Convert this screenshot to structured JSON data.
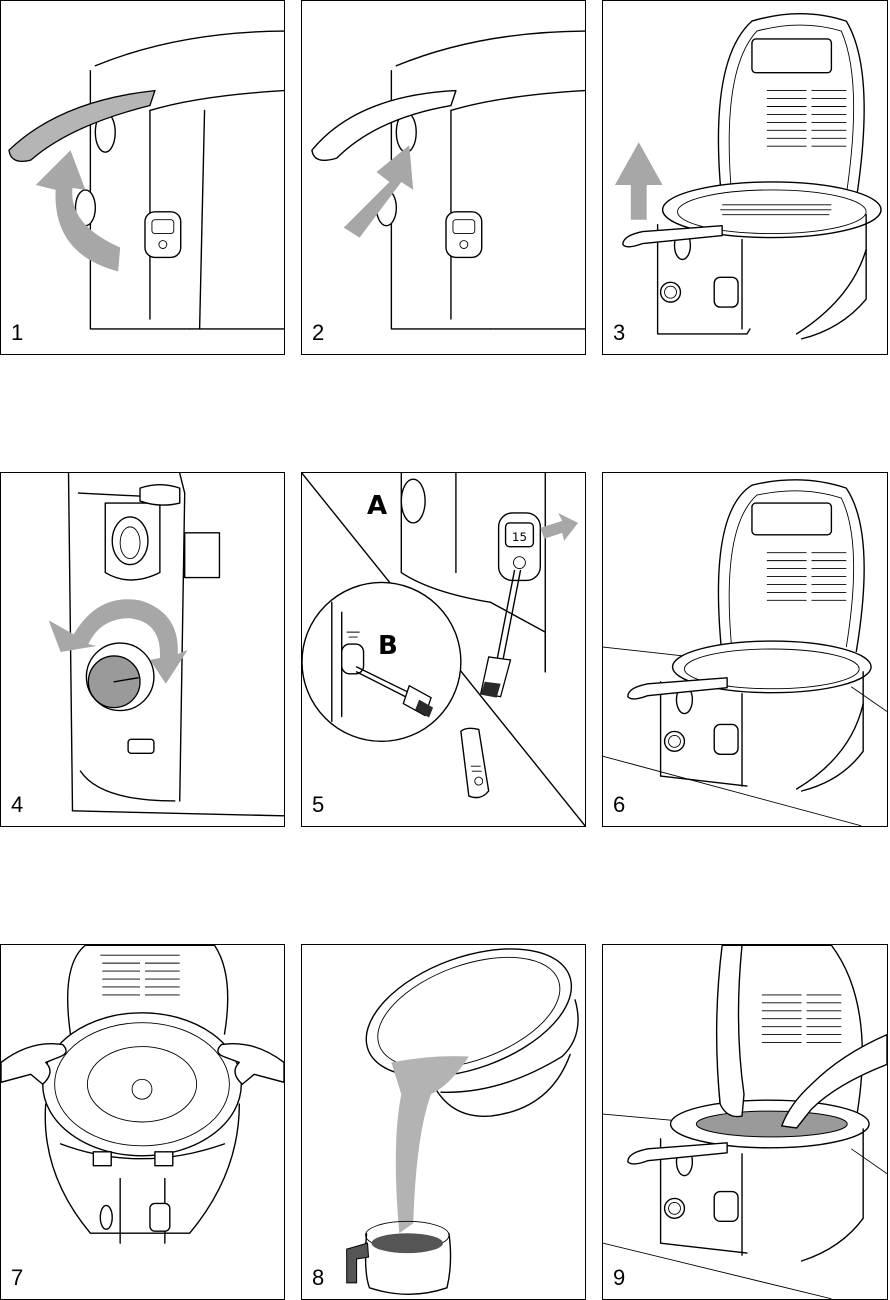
{
  "panels": [
    {
      "number": "1"
    },
    {
      "number": "2"
    },
    {
      "number": "3"
    },
    {
      "number": "4"
    },
    {
      "number": "5",
      "callout_a": "A",
      "callout_b": "B",
      "display_value": "15"
    },
    {
      "number": "6"
    },
    {
      "number": "7"
    },
    {
      "number": "8"
    },
    {
      "number": "9"
    }
  ],
  "colors": {
    "arrow": "#a7a7a7",
    "line": "#000000",
    "background": "#ffffff"
  }
}
